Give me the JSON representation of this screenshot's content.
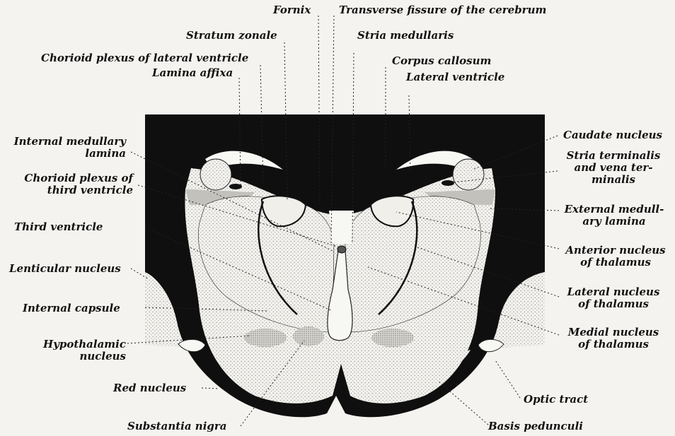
{
  "figure": {
    "labels": {
      "fornix": "Fornix",
      "transverse_fissure": "Transverse fissure of the cerebrum",
      "stratum_zonale": "Stratum zonale",
      "stria_medullaris": "Stria medullaris",
      "chorioid_plexus_lateral": "Chorioid plexus of lateral ventricle",
      "corpus_callosum": "Corpus callosum",
      "lamina_affixa": "Lamina affixa",
      "lateral_ventricle": "Lateral ventricle",
      "internal_medullary_lamina_1": "Internal medullary",
      "internal_medullary_lamina_2": "lamina",
      "caudate_nucleus": "Caudate nucleus",
      "stria_terminalis_1": "Stria terminalis",
      "stria_terminalis_2": "and vena ter-",
      "stria_terminalis_3": "minalis",
      "chorioid_plexus_third_1": "Chorioid plexus of",
      "chorioid_plexus_third_2": "third ventricle",
      "external_medullary_1": "External medull-",
      "external_medullary_2": "ary lamina",
      "third_ventricle": "Third ventricle",
      "anterior_nucleus_1": "Anterior nucleus",
      "anterior_nucleus_2": "of thalamus",
      "lenticular_nucleus": "Lenticular nucleus",
      "lateral_nucleus_1": "Lateral nucleus",
      "lateral_nucleus_2": "of thalamus",
      "internal_capsule": "Internal capsule",
      "medial_nucleus_1": "Medial nucleus",
      "medial_nucleus_2": "of thalamus",
      "hypothalamic_1": "Hypothalamic",
      "hypothalamic_2": "nucleus",
      "red_nucleus": "Red nucleus",
      "optic_tract": "Optic tract",
      "substantia_nigra": "Substantia nigra",
      "basis_pedunculi": "Basis pedunculi"
    },
    "colors": {
      "background": "#f4f3ef",
      "ink": "#111111",
      "stipple": "#cfcfca",
      "white_matter": "#f7f7f4"
    }
  }
}
